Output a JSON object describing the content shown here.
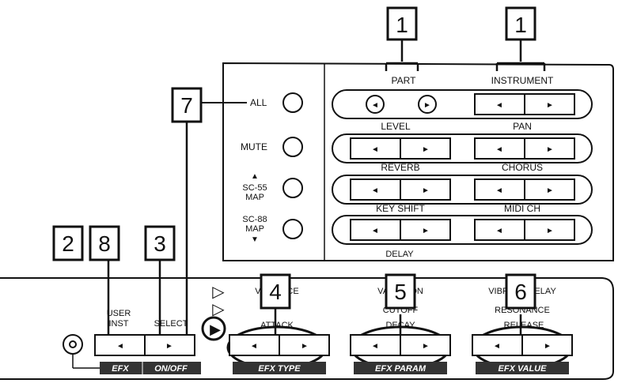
{
  "callouts": {
    "c1_part": "1",
    "c1_instrument": "1",
    "c7": "7",
    "c2": "2",
    "c8": "8",
    "c3": "3",
    "c4": "4",
    "c5": "5",
    "c6": "6"
  },
  "left_column": {
    "all": "ALL",
    "mute": "MUTE",
    "sc55_line1": "SC-55",
    "sc55_line2": "MAP",
    "sc88_line1": "SC-88",
    "sc88_line2": "MAP"
  },
  "panel_labels": {
    "part": "PART",
    "instrument": "INSTRUMENT",
    "level": "LEVEL",
    "pan": "PAN",
    "reverb": "REVERB",
    "chorus": "CHORUS",
    "key_shift": "KEY SHIFT",
    "midi_ch": "MIDI CH",
    "delay": "DELAY"
  },
  "lower_panel": {
    "user_line1": "USER",
    "user_line2": "INST",
    "select": "SELECT",
    "efx_tag": "EFX",
    "on_off_tag": "ON/OFF",
    "attack": "ATTACK",
    "efx_type_tag": "EFX TYPE",
    "cutoff": "CUTOFF",
    "decay": "DECAY",
    "efx_param_tag": "EFX PARAM",
    "resonance": "RESONANCE",
    "release": "RELEASE",
    "efx_value_tag": "EFX VALUE",
    "col4_top": "VARIANCE",
    "col5_top": "VARIATION",
    "col6_top": "VIBRATO DELAY"
  },
  "icons": {
    "left_arrow": "◄",
    "right_arrow": "►",
    "up_arrow": "▲",
    "down_arrow": "▼",
    "play_arrow": "▶",
    "hollow_arrow": "▷"
  }
}
